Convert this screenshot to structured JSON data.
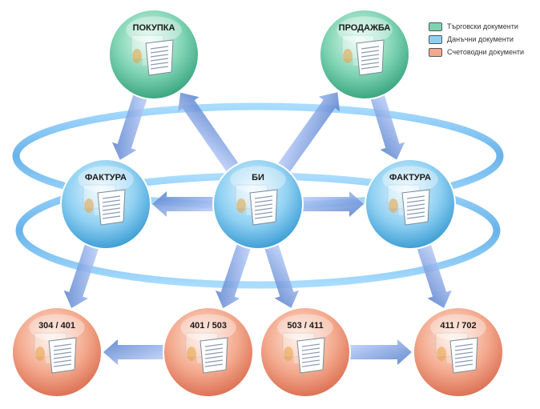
{
  "legend": {
    "trade": {
      "label": "Търговски документи",
      "color": "#7ed3b3"
    },
    "tax": {
      "label": "Данъчни документи",
      "color": "#8fd0f2"
    },
    "accounting": {
      "label": "Счетоводни документи",
      "color": "#f3a98d"
    }
  },
  "nodes": {
    "purchase": {
      "label": "ПОКУПКА",
      "category": "trade"
    },
    "sale": {
      "label": "ПРОДАЖБА",
      "category": "trade"
    },
    "invoice_left": {
      "label": "ФАКТУРА",
      "category": "tax"
    },
    "bi": {
      "label": "БИ",
      "category": "tax"
    },
    "invoice_right": {
      "label": "ФАКТУРА",
      "category": "tax"
    },
    "acc_304_401": {
      "label": "304 / 401",
      "category": "accounting"
    },
    "acc_401_503": {
      "label": "401 / 503",
      "category": "accounting"
    },
    "acc_503_411": {
      "label": "503 / 411",
      "category": "accounting"
    },
    "acc_411_702": {
      "label": "411 / 702",
      "category": "accounting"
    }
  },
  "icons": {
    "node": "document-on-computer-icon"
  }
}
